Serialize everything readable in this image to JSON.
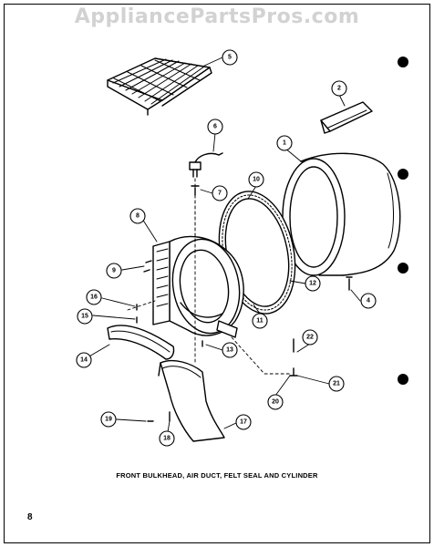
{
  "watermark": "AppliancePartsPros.com",
  "caption": "FRONT BULKHEAD, AIR DUCT, FELT SEAL AND CYLINDER",
  "page_number": "8",
  "callouts": [
    "1",
    "2",
    "4",
    "5",
    "6",
    "7",
    "8",
    "9",
    "10",
    "11",
    "12",
    "13",
    "14",
    "15",
    "16",
    "17",
    "18",
    "19",
    "20",
    "21",
    "22"
  ]
}
